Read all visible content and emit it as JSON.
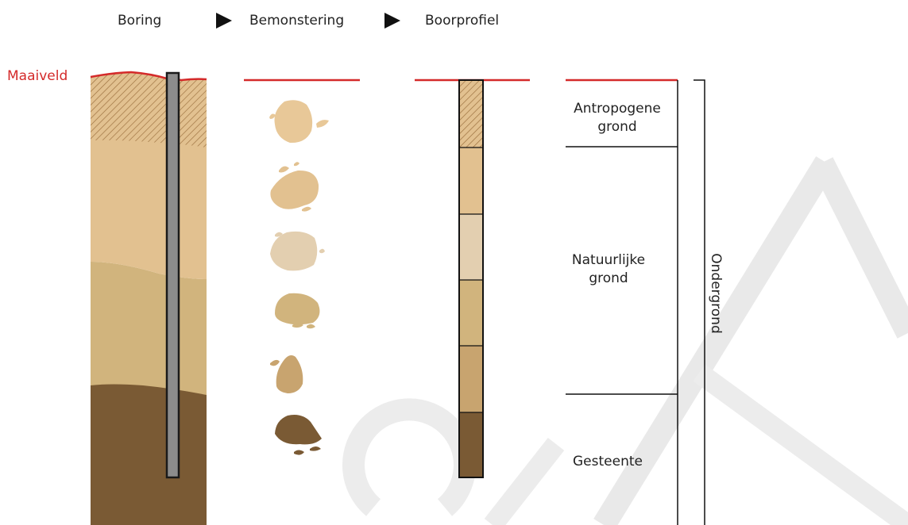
{
  "steps": {
    "boring": "Boring",
    "bemonstering": "Bemonstering",
    "boorprofiel": "Boorprofiel"
  },
  "maaiveld": "Maaiveld",
  "layers": {
    "antropogene_1": "Antropogene",
    "antropogene_2": "grond",
    "natuurlijke_1": "Natuurlijke",
    "natuurlijke_2": "grond",
    "gesteente": "Gesteente"
  },
  "ondergrond": "Ondergrond",
  "watermark": "CONCEPT",
  "colors": {
    "accent_red": "#d42a2a",
    "soil_top": "#e2c190",
    "soil_light": "#e3cfb0",
    "soil_mid": "#d1b47d",
    "soil_tan": "#c8a46f",
    "soil_dark": "#7a5a34",
    "pipe": "#8c8c8c"
  }
}
